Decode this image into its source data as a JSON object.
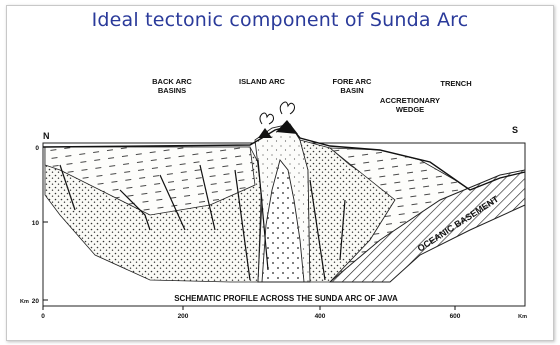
{
  "slide": {
    "title": "Ideal tectonic component of Sunda Arc"
  },
  "diagram": {
    "labels": {
      "back_arc": [
        "BACK ARC",
        "BASINS"
      ],
      "island_arc": "ISLAND ARC",
      "fore_arc": [
        "FORE ARC",
        "BASIN"
      ],
      "accretionary": [
        "ACCRETIONARY",
        "WEDGE"
      ],
      "trench": "TRENCH",
      "north": "N",
      "south": "S",
      "oceanic": "OCEANIC BASEMENT",
      "caption": "SCHEMATIC PROFILE ACROSS THE SUNDA ARC OF JAVA"
    },
    "depth_axis": {
      "unit": "Km",
      "ticks": [
        "0",
        "10",
        "20"
      ]
    },
    "distance_axis": {
      "unit": "Km",
      "ticks": [
        "0",
        "200",
        "400",
        "600"
      ]
    }
  }
}
